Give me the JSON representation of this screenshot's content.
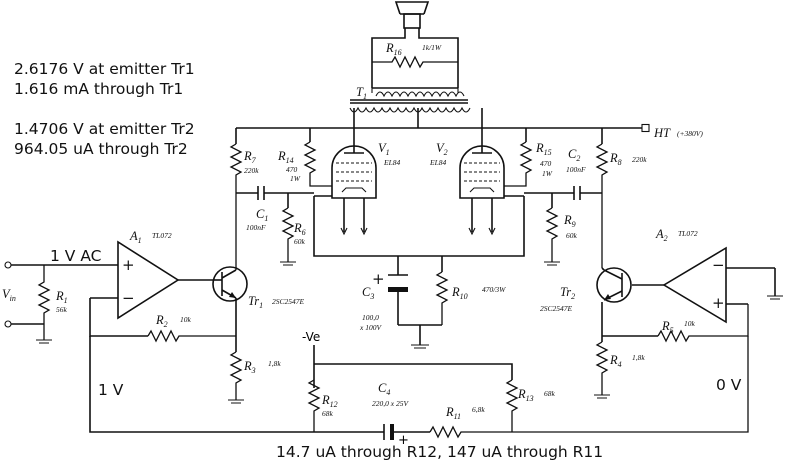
{
  "notes": {
    "tr1_emitter_voltage": "2.6176 V at emitter Tr1",
    "tr1_current": "1.616 mA through Tr1",
    "tr2_emitter_voltage": "1.4706 V at emitter Tr2",
    "tr2_current": "964.05 uA through Tr2",
    "input_label": "1 V AC",
    "left_feedback": "1 V",
    "right_feedback": "0 V",
    "bottom": "14.7 uA through R12, 147 uA through R11"
  },
  "components": {
    "r16": {
      "name": "R",
      "sub": "16",
      "value": "1k/1W"
    },
    "t1": {
      "name": "T",
      "sub": "1"
    },
    "v1": {
      "name": "V",
      "sub": "1",
      "type": "EL84"
    },
    "v2": {
      "name": "V",
      "sub": "2",
      "type": "EL84"
    },
    "ht": {
      "label": "HT",
      "value": "(+380V)"
    },
    "r7": {
      "name": "R",
      "sub": "7",
      "value": "220k"
    },
    "r8": {
      "name": "R",
      "sub": "8",
      "value": "220k"
    },
    "r14": {
      "name": "R",
      "sub": "14",
      "value1": "470",
      "value2": "1W"
    },
    "r15": {
      "name": "R",
      "sub": "15",
      "value1": "470",
      "value2": "1W"
    },
    "c1": {
      "name": "C",
      "sub": "1",
      "value": "100nF"
    },
    "c2": {
      "name": "C",
      "sub": "2",
      "value": "100nF"
    },
    "r6": {
      "name": "R",
      "sub": "6",
      "value": "60k"
    },
    "r9": {
      "name": "R",
      "sub": "9",
      "value": "60k"
    },
    "a1": {
      "name": "A",
      "sub": "1",
      "type": "TL072"
    },
    "a2": {
      "name": "A",
      "sub": "2",
      "type": "TL072"
    },
    "vin": {
      "name": "V",
      "sub": "in"
    },
    "r1": {
      "name": "R",
      "sub": "1",
      "value": "56k"
    },
    "tr1": {
      "name": "Tr",
      "sub": "1",
      "type": "2SC2547E"
    },
    "tr2": {
      "name": "Tr",
      "sub": "2",
      "type": "2SC2547E"
    },
    "c3": {
      "name": "C",
      "sub": "3",
      "value1": "100,0",
      "value2": "x 100V"
    },
    "r10": {
      "name": "R",
      "sub": "10",
      "value": "470/3W"
    },
    "r2": {
      "name": "R",
      "sub": "2",
      "value": "10k"
    },
    "r5": {
      "name": "R",
      "sub": "5",
      "value": "10k"
    },
    "r3": {
      "name": "R",
      "sub": "3",
      "value": "1,8k"
    },
    "r4": {
      "name": "R",
      "sub": "4",
      "value": "1,8k"
    },
    "ve": {
      "label": "-Ve"
    },
    "r12": {
      "name": "R",
      "sub": "12",
      "value": "68k"
    },
    "r13": {
      "name": "R",
      "sub": "13",
      "value": "68k"
    },
    "c4": {
      "name": "C",
      "sub": "4",
      "value": "220,0 x 25V"
    },
    "r11": {
      "name": "R",
      "sub": "11",
      "value": "6,8k"
    },
    "opamp_plus": "+",
    "opamp_minus": "−"
  }
}
